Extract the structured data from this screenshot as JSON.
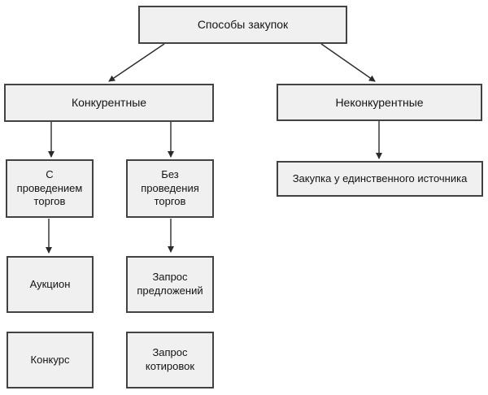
{
  "diagram": {
    "title": "Способы закупок",
    "type": "flowchart-hierarchy",
    "colors": {
      "background": "#ffffff",
      "node_fill": "#f0f0f0",
      "node_border": "#424242",
      "text": "#141414",
      "arrow": "#2b2b2b"
    },
    "nodes": {
      "root": {
        "label": "Способы закупок"
      },
      "competitive": {
        "label": "Конкурентные"
      },
      "noncompetitive": {
        "label": "Неконкурентные"
      },
      "with_bidding": {
        "label": "С\nпроведением\nторгов"
      },
      "without_bidding": {
        "label": "Без\nпроведения\nторгов"
      },
      "single_source": {
        "label": "Закупка у единственного источника"
      },
      "auction": {
        "label": "Аукцион"
      },
      "rfp": {
        "label": "Запрос\nпредложений"
      },
      "tender": {
        "label": "Конкурс"
      },
      "rfq": {
        "label": "Запрос\nкотировок"
      }
    },
    "edges": [
      {
        "from": "root",
        "to": "competitive"
      },
      {
        "from": "root",
        "to": "noncompetitive"
      },
      {
        "from": "competitive",
        "to": "with_bidding"
      },
      {
        "from": "competitive",
        "to": "without_bidding"
      },
      {
        "from": "noncompetitive",
        "to": "single_source"
      },
      {
        "from": "with_bidding",
        "to": "auction"
      },
      {
        "from": "without_bidding",
        "to": "rfp"
      }
    ]
  }
}
